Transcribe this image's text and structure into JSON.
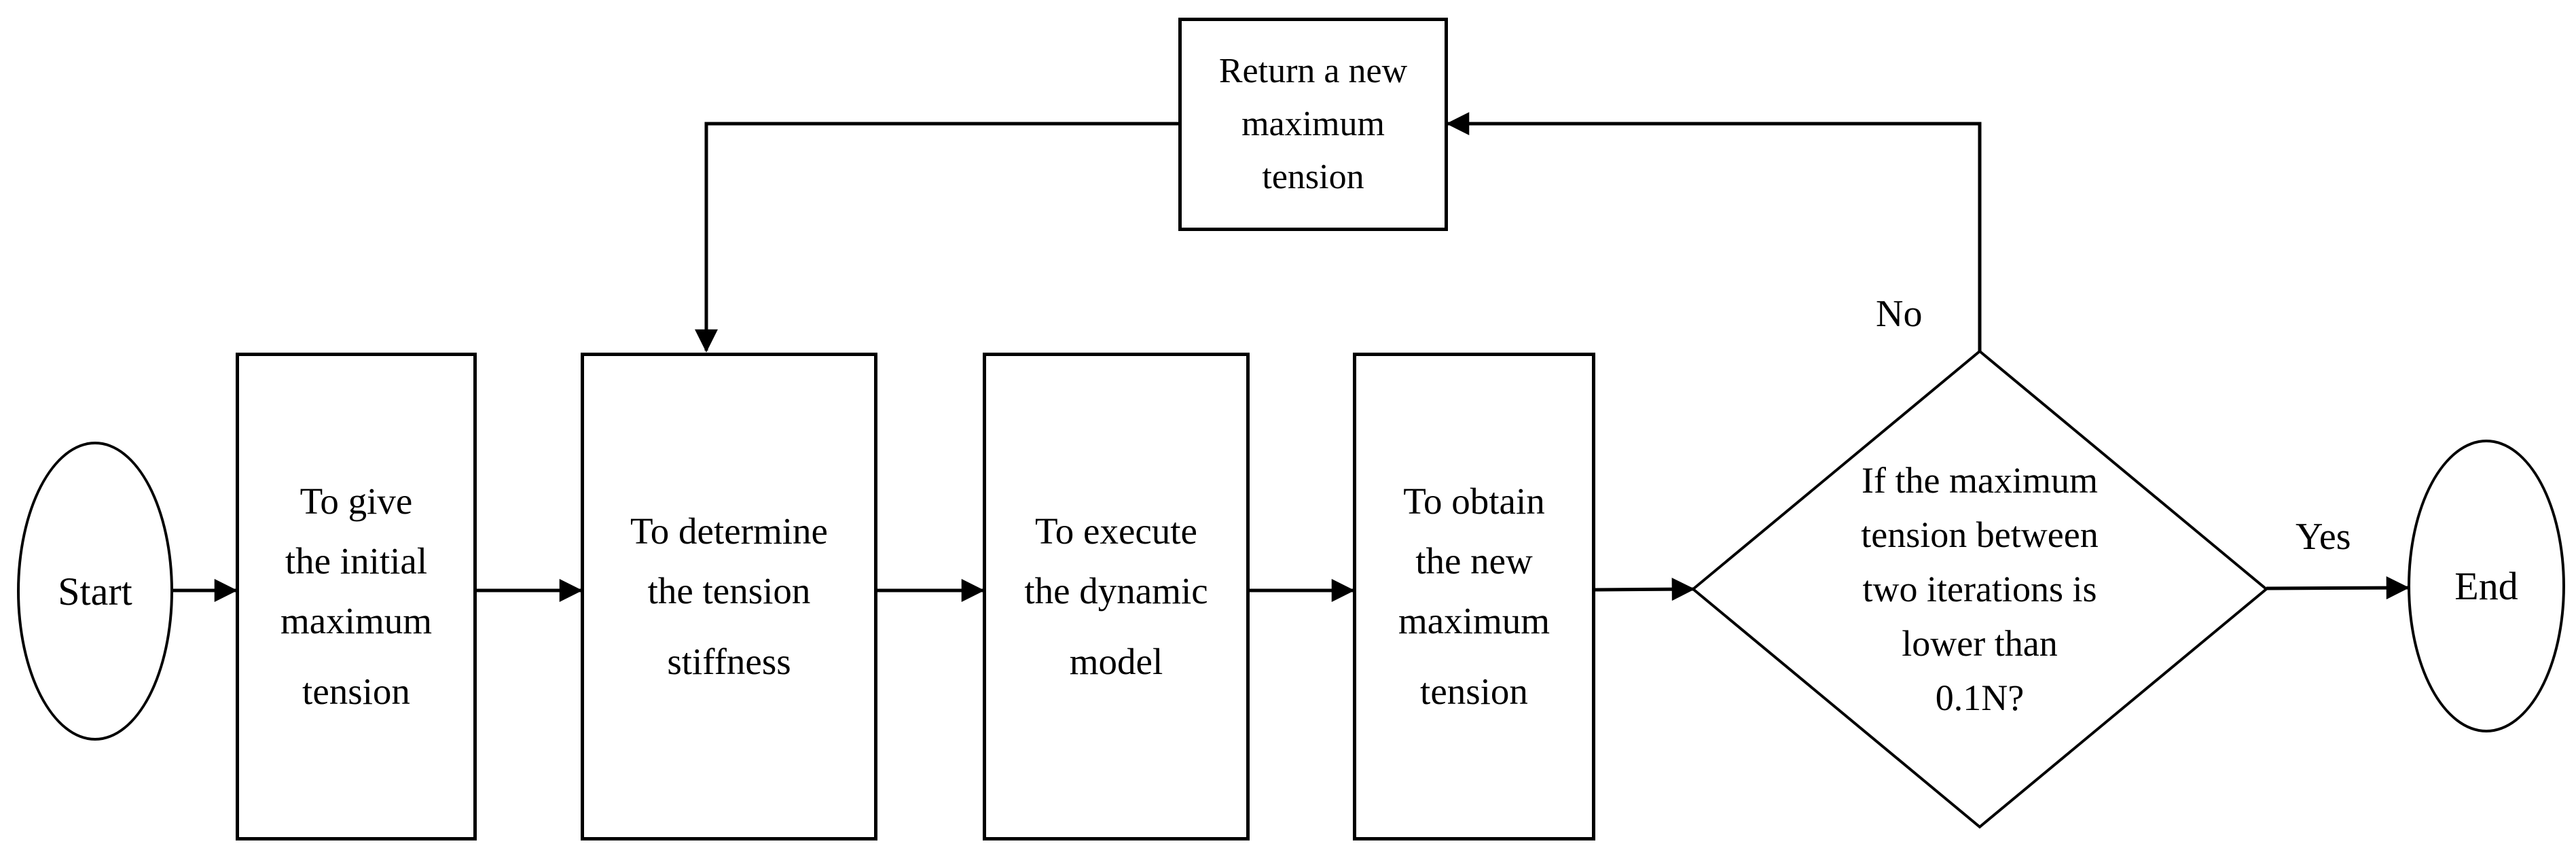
{
  "diagram": {
    "colors": {
      "background": "#ffffff",
      "stroke": "#000000",
      "text": "#000000"
    },
    "nodes": {
      "start": {
        "type": "terminator-ellipse",
        "label": "Start"
      },
      "give_initial": {
        "type": "process",
        "lines": [
          "To give",
          "the initial",
          "maximum",
          "tension"
        ]
      },
      "determine_stiffness": {
        "type": "process",
        "lines": [
          "To determine",
          "the tension",
          "stiffness"
        ]
      },
      "execute_model": {
        "type": "process",
        "lines": [
          "To execute",
          "the dynamic",
          "model"
        ]
      },
      "obtain_new_tension": {
        "type": "process",
        "lines": [
          "To obtain",
          "the new",
          "maximum",
          "tension"
        ]
      },
      "decision": {
        "type": "decision-diamond",
        "lines": [
          "If the maximum",
          "tension between",
          "two iterations is",
          "lower than",
          "0.1N?"
        ]
      },
      "return_new_tension": {
        "type": "process",
        "lines": [
          "Return a new",
          "maximum",
          "tension"
        ]
      },
      "end": {
        "type": "terminator-ellipse",
        "label": "End"
      }
    },
    "edge_labels": {
      "yes": "Yes",
      "no": "No"
    }
  }
}
